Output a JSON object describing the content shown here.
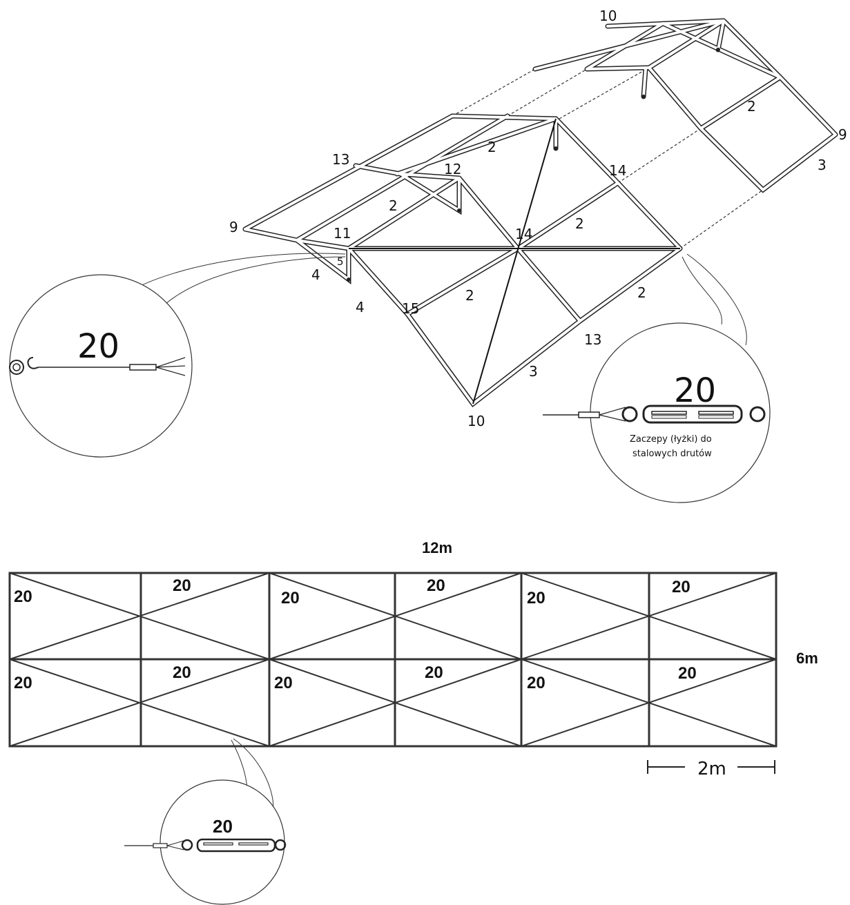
{
  "frame": {
    "part_labels": {
      "top_10": "10",
      "right_9": "9",
      "right_3": "3",
      "right_2": "2",
      "mid_2a": "2",
      "left_13": "13",
      "left_12": "12",
      "right_14": "14",
      "left_9": "9",
      "mid_2b": "2",
      "center_11": "11",
      "center_14": "14",
      "mid_2c": "2",
      "small_5": "5",
      "left_4a": "4",
      "left_4b": "4",
      "bottom_15": "15",
      "bottom_2a": "2",
      "bottom_2b": "2",
      "bottom_13": "13",
      "bottom_3": "3",
      "bottom_10": "10"
    }
  },
  "detail_left": {
    "label": "20"
  },
  "detail_right": {
    "label": "20",
    "caption_line1": "Zaczepy (łyżki) do",
    "caption_line2": "stalowych drutów"
  },
  "plan": {
    "width_label": "12m",
    "height_label": "6m",
    "scale_label": "2m",
    "panel_labels": [
      "20",
      "20",
      "20",
      "20",
      "20",
      "20",
      "20",
      "20",
      "20",
      "20",
      "20",
      "20"
    ]
  },
  "detail_bottom": {
    "label": "20"
  }
}
